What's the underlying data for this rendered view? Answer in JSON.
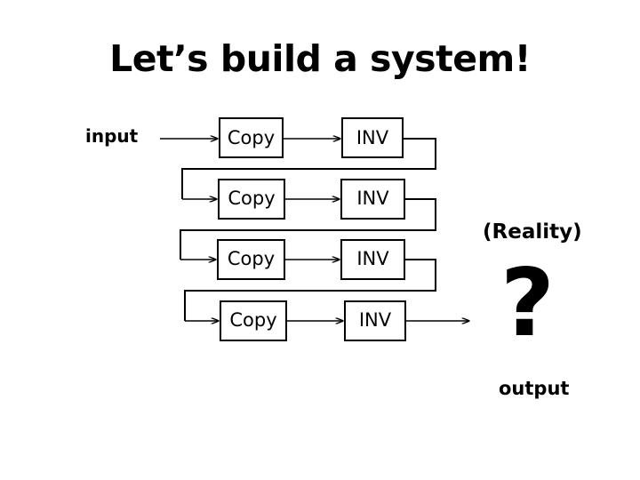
{
  "slide": {
    "title": "Let’s build a system!",
    "background_color": "#ffffff",
    "ink_color": "#000000"
  },
  "labels": {
    "input": "input",
    "reality": "(Reality)",
    "question_mark": "?",
    "output": "output"
  },
  "diagram": {
    "stages": [
      {
        "copy_label": "Copy",
        "inv_label": "INV"
      },
      {
        "copy_label": "Copy",
        "inv_label": "INV"
      },
      {
        "copy_label": "Copy",
        "inv_label": "INV"
      },
      {
        "copy_label": "Copy",
        "inv_label": "INV"
      }
    ]
  }
}
